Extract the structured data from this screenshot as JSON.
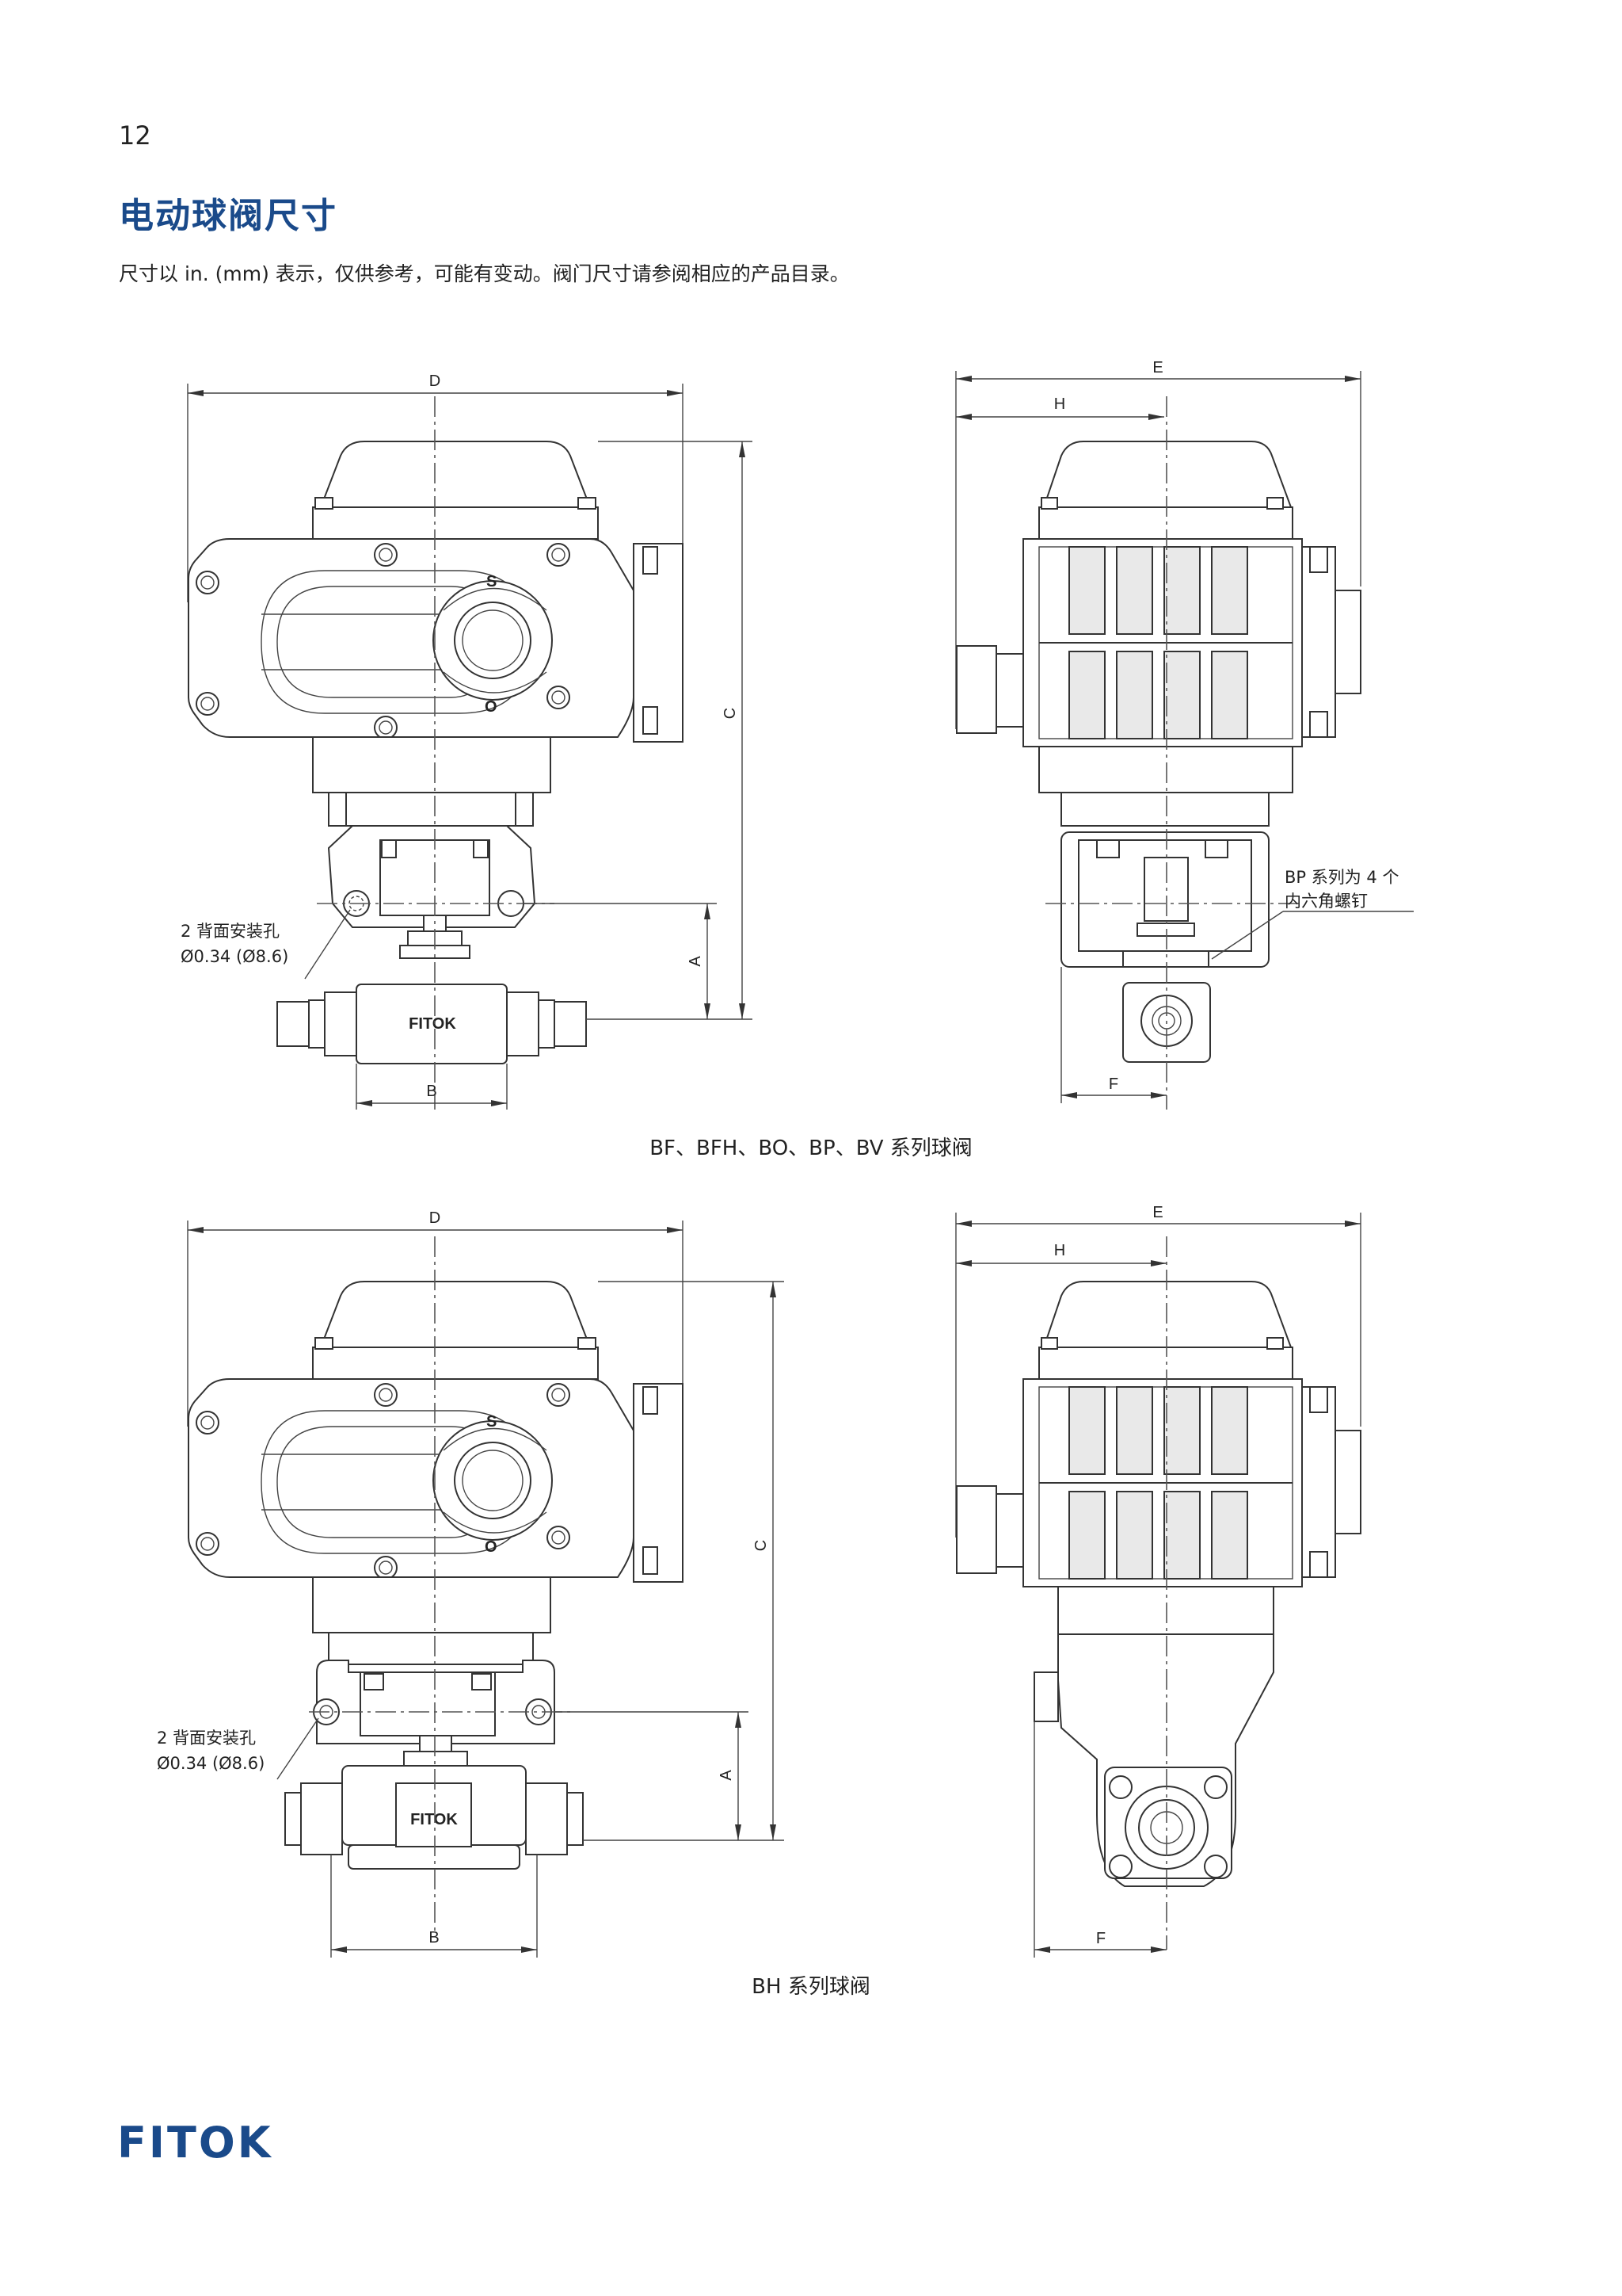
{
  "page_number": "12",
  "title": "电动球阀尺寸",
  "intro": "尺寸以 in. (mm) 表示，仅供参考，可能有变动。阀门尺寸请参阅相应的产品目录。",
  "figure1": {
    "caption": "BF、BFH、BO、BP、BV 系列球阀",
    "dim_D": "D",
    "dim_C": "C",
    "dim_A": "A",
    "dim_B": "B",
    "dim_E": "E",
    "dim_H": "H",
    "dim_F": "F",
    "dial_S": "S",
    "dial_O": "O",
    "body_mark": "FITOK",
    "hole_note_line1": "2 背面安装孔",
    "hole_note_line2": "Ø0.34 (Ø8.6)",
    "bp_note_line1": "BP 系列为 4 个",
    "bp_note_line2": "内六角螺钉"
  },
  "figure2": {
    "caption": "BH 系列球阀",
    "dim_D": "D",
    "dim_C": "C",
    "dim_A": "A",
    "dim_B": "B",
    "dim_E": "E",
    "dim_H": "H",
    "dim_F": "F",
    "dial_S": "S",
    "dial_O": "O",
    "body_mark": "FITOK",
    "hole_note_line1": "2 背面安装孔",
    "hole_note_line2": "Ø0.34 (Ø8.6)"
  },
  "footer_logo": "FITOK",
  "colors": {
    "brand_blue": "#1a4a8a",
    "line": "#333333"
  }
}
